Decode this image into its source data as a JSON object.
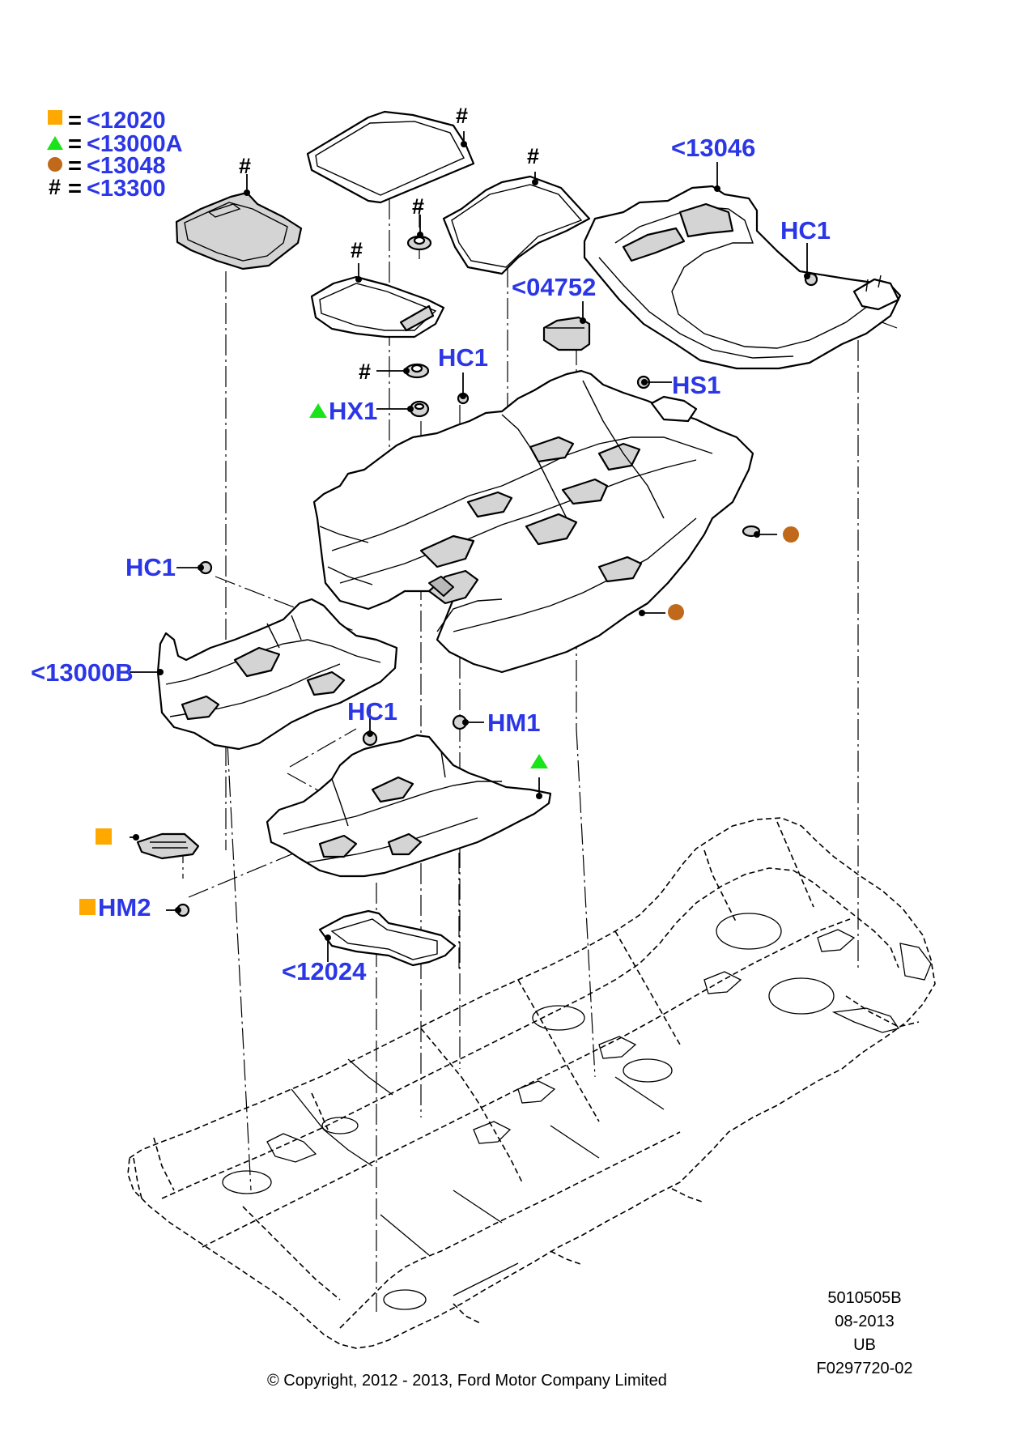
{
  "legend": [
    {
      "symbol": "square",
      "color": "#ffa800",
      "eq": "=",
      "text": "<12020"
    },
    {
      "symbol": "triangle",
      "color": "#19e419",
      "eq": "=",
      "text": "<13000A"
    },
    {
      "symbol": "circle",
      "color": "#c0691b",
      "eq": "=",
      "text": "<13048"
    },
    {
      "symbol": "hash",
      "glyph": "#",
      "eq": "=",
      "text": "<13300"
    }
  ],
  "callouts": {
    "c13046": "<13046",
    "hc1_right": "HC1",
    "c04752": "<04752",
    "hc1_center": "HC1",
    "hs1": "HS1",
    "hx1": "HX1",
    "hc1_left": "HC1",
    "c13000b": "<13000B",
    "hc1_lower": "HC1",
    "hm1": "HM1",
    "hm2": "HM2",
    "c12024": "<12024"
  },
  "hash_marks": [
    "#",
    "#",
    "#",
    "#",
    "#",
    "#"
  ],
  "colors": {
    "callout": "#2b36e6",
    "square": "#ffa800",
    "triangle": "#19e419",
    "circle": "#c0691b"
  },
  "info": {
    "line1": "5010505B",
    "line2": "08-2013",
    "line3": "UB",
    "line4": "F0297720-02"
  },
  "copyright": "© Copyright, 2012 - 2013, Ford Motor Company Limited"
}
